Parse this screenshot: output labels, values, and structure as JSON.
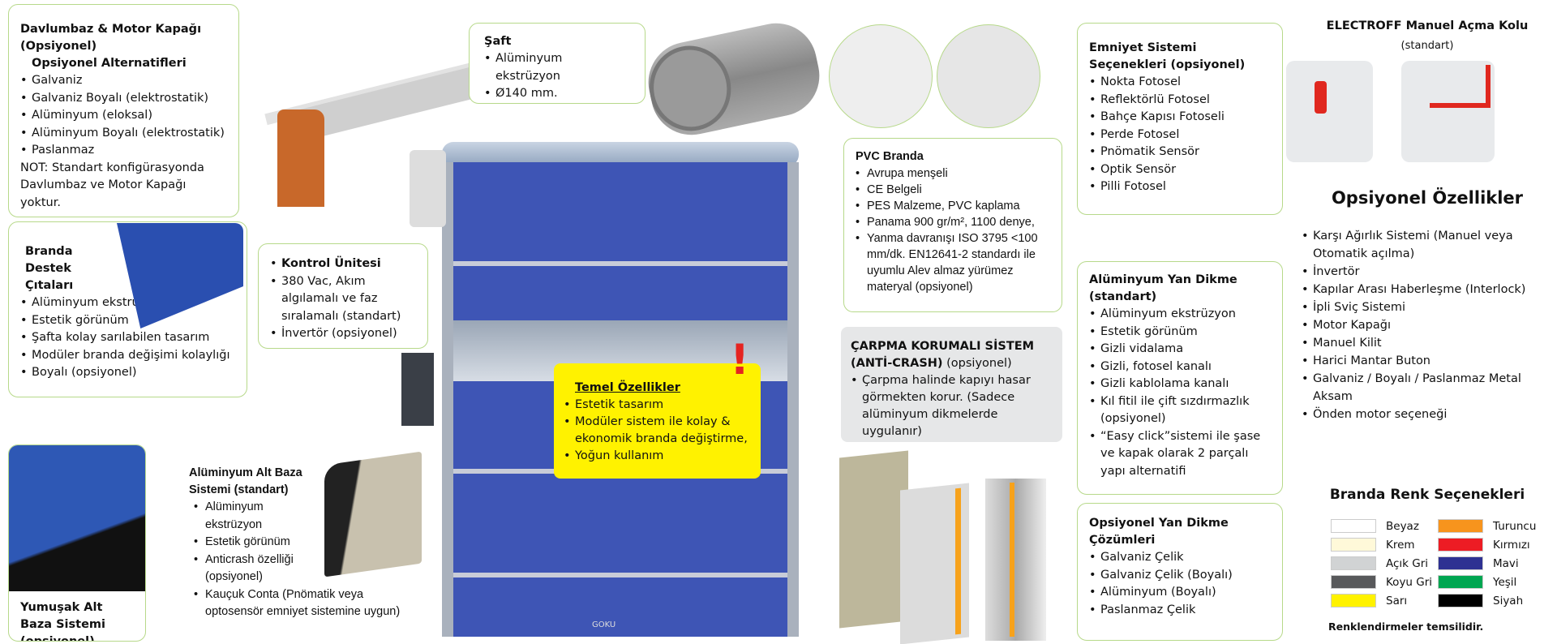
{
  "davlumbaz": {
    "title": "Davlumbaz & Motor Kapağı (Opsiyonel)",
    "subtitle": "Opsiyonel Alternatifleri",
    "items": [
      "Galvaniz",
      "Galvaniz Boyalı (elektrostatik)",
      "Alüminyum (eloksal)",
      "Alüminyum Boyalı (elektrostatik)",
      "Paslanmaz"
    ],
    "note": "NOT: Standart konfigürasyonda Davlumbaz ve Motor Kapağı yoktur."
  },
  "saft": {
    "title": "Şaft",
    "items": [
      "Alüminyum ekstrüzyon",
      "Ø140 mm."
    ]
  },
  "branda_destek": {
    "title": "Branda Destek Çıtaları",
    "items": [
      "Alüminyum ekstrüzyon",
      "Estetik görünüm",
      "Şafta kolay sarılabilen tasarım",
      "Modüler branda değişimi kolaylığı",
      "Boyalı (opsiyonel)"
    ]
  },
  "kontrol": {
    "title": "Kontrol Ünitesi",
    "items": [
      "380 Vac, Akım algılamalı ve faz sıralamalı (standart)",
      "İnvertör (opsiyonel)"
    ]
  },
  "yumusak": {
    "title": "Yumuşak Alt Baza Sistemi (opsiyonel)"
  },
  "alt_baza": {
    "title": "Alüminyum Alt Baza Sistemi (standart)",
    "items": [
      "Alüminyum ekstrüzyon",
      "Estetik görünüm",
      "Anticrash özelliği (opsiyonel)",
      "Kauçuk Conta (Pnömatik veya optosensör emniyet sistemine uygun)"
    ]
  },
  "temel": {
    "title": "Temel Özellikler",
    "items": [
      "Estetik tasarım",
      "Modüler sistem ile kolay & ekonomik branda değiştirme,",
      "Yoğun kullanım"
    ]
  },
  "door": {
    "brand": "GOKU"
  },
  "pvc": {
    "title": "PVC Branda",
    "items": [
      "Avrupa menşeli",
      "CE Belgeli",
      "PES Malzeme, PVC kaplama",
      "Panama 900 gr/m², 1100 denye,",
      "Yanma davranışı ISO 3795 <100 mm/dk. EN12641-2 standardı ile uyumlu Alev almaz yürümez materyal (opsiyonel)"
    ]
  },
  "carpma": {
    "title": "ÇARPMA KORUMALI SİSTEM",
    "title2": "(ANTİ-CRASH)",
    "suffix": " (opsiyonel)",
    "items": [
      "Çarpma halinde kapıyı hasar görmekten korur. (Sadece alüminyum dikmelerde uygulanır)"
    ]
  },
  "emniyet": {
    "title": "Emniyet Sistemi Seçenekleri (opsiyonel)",
    "items": [
      "Nokta Fotosel",
      "Reflektörlü Fotosel",
      "Bahçe Kapısı Fotoseli",
      "Perde Fotosel",
      "Pnömatik Sensör",
      "Optik Sensör",
      "Pilli Fotosel"
    ]
  },
  "yan_dikme": {
    "title": "Alüminyum Yan Dikme (standart)",
    "items": [
      "Alüminyum ekstrüzyon",
      "Estetik görünüm",
      "Gizli vidalama",
      "Gizli, fotosel kanalı",
      "Gizli kablolama kanalı",
      "Kıl fitil ile çift sızdırmazlık (opsiyonel)",
      "“Easy click”sistemi ile şase ve kapak olarak 2 parçalı yapı alternatifi"
    ]
  },
  "ops_yan": {
    "title": "Opsiyonel Yan Dikme Çözümleri",
    "items": [
      "Galvaniz Çelik",
      "Galvaniz Çelik (Boyalı)",
      "Alüminyum (Boyalı)",
      "Paslanmaz Çelik"
    ]
  },
  "electroff": {
    "title": "ELECTROFF Manuel Açma Kolu",
    "subtitle": "(standart)"
  },
  "opsiyonel": {
    "title": "Opsiyonel Özellikler",
    "items": [
      "Karşı Ağırlık Sistemi (Manuel veya Otomatik açılma)",
      "İnvertör",
      "Kapılar Arası Haberleşme (Interlock)",
      "İpli Sviç Sistemi",
      "Motor Kapağı",
      "Manuel Kilit",
      "Harici Mantar Buton",
      "Galvaniz / Boyalı / Paslanmaz Metal Aksam",
      "Önden motor seçeneği"
    ]
  },
  "renk": {
    "title": "Branda Renk Seçenekleri",
    "colors": [
      {
        "name": "Beyaz",
        "hex": "#ffffff"
      },
      {
        "name": "Krem",
        "hex": "#fff9d9"
      },
      {
        "name": "Açık Gri",
        "hex": "#d1d3d4"
      },
      {
        "name": "Koyu Gri",
        "hex": "#58595b"
      },
      {
        "name": "Sarı",
        "hex": "#fff200"
      },
      {
        "name": "Turuncu",
        "hex": "#f7941d"
      },
      {
        "name": "Kırmızı",
        "hex": "#ed1c24"
      },
      {
        "name": "Mavi",
        "hex": "#2e3192"
      },
      {
        "name": "Yeşil",
        "hex": "#00a651"
      },
      {
        "name": "Siyah",
        "hex": "#000000"
      }
    ],
    "note": "Renklendirmeler temsilidir."
  }
}
